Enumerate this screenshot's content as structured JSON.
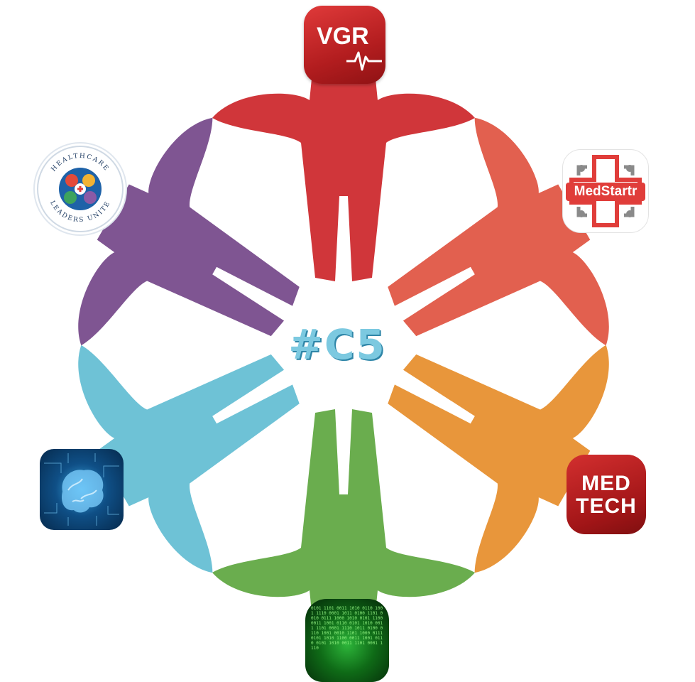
{
  "center": {
    "label": "#C5"
  },
  "figures": [
    {
      "id": "top",
      "color": "#d0363a"
    },
    {
      "id": "upper-right",
      "color": "#e2604f"
    },
    {
      "id": "lower-right",
      "color": "#e8963b"
    },
    {
      "id": "bottom",
      "color": "#6aad4e"
    },
    {
      "id": "lower-left",
      "color": "#6ec2d6"
    },
    {
      "id": "upper-left",
      "color": "#7f5592"
    }
  ],
  "logos": {
    "vgr": {
      "text": "VGR"
    },
    "medstartr": {
      "text": "MedStartr"
    },
    "medtech": {
      "line1": "MED",
      "line2": "TECH"
    },
    "healthcare_leaders": {
      "top": "HEALTHCARE",
      "bottom": "LEADERS UNITE"
    },
    "code_rows": "0101 1101 0011 1010 0110 1001 1110 0001 1011 0100 1101 0010 0111 1000 1010 0101 1100 0011 1001 0110 0101 1010 0011 1101 0001 1110 1011 0100 0110 1001 0010 1101 1000 0111 0101 1010 1100 0011 1001 0110 0101 1010 0011 1101 0001 1110"
  }
}
